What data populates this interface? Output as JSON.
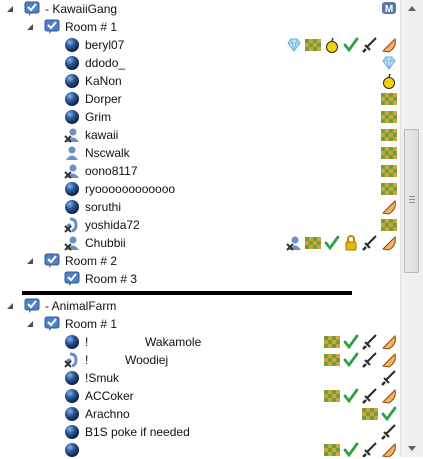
{
  "tree": {
    "rows": [
      {
        "label": "- KawaiiGang",
        "level": 0,
        "kind": "server",
        "arrow": true,
        "flags": [
          "m-badge"
        ]
      },
      {
        "label": "Room # 1",
        "level": 1,
        "kind": "channel",
        "arrow": true,
        "flags": []
      },
      {
        "label": "beryl07",
        "level": 2,
        "kind": "user",
        "arrow": false,
        "flags": [
          "diamond",
          "checker",
          "apple",
          "check",
          "sword",
          "pie"
        ]
      },
      {
        "label": "ddodo_",
        "level": 2,
        "kind": "user",
        "arrow": false,
        "flags": [
          "diamond"
        ]
      },
      {
        "label": "KaNon",
        "level": 2,
        "kind": "user",
        "arrow": false,
        "flags": [
          "apple"
        ]
      },
      {
        "label": "Dorper",
        "level": 2,
        "kind": "user",
        "arrow": false,
        "flags": [
          "checker"
        ]
      },
      {
        "label": "Grim",
        "level": 2,
        "kind": "user",
        "arrow": false,
        "flags": [
          "checker"
        ]
      },
      {
        "label": "kawaii",
        "level": 2,
        "kind": "user-muted",
        "arrow": false,
        "flags": [
          "checker"
        ]
      },
      {
        "label": "Nscwalk",
        "level": 2,
        "kind": "user-plain",
        "arrow": false,
        "flags": [
          "checker"
        ]
      },
      {
        "label": "oono8117",
        "level": 2,
        "kind": "user-muted",
        "arrow": false,
        "flags": [
          "checker"
        ]
      },
      {
        "label": "ryoooooooooooo",
        "level": 2,
        "kind": "user",
        "arrow": false,
        "flags": [
          "checker"
        ]
      },
      {
        "label": "soruthi",
        "level": 2,
        "kind": "user",
        "arrow": false,
        "flags": [
          "pie"
        ]
      },
      {
        "label": "yoshida72",
        "level": 2,
        "kind": "user-deaf",
        "arrow": false,
        "flags": [
          "checker"
        ]
      },
      {
        "label": "Chubbii",
        "level": 2,
        "kind": "user-muted",
        "arrow": false,
        "flags": [
          "user-muted",
          "checker",
          "check",
          "lock",
          "sword",
          "pie"
        ]
      },
      {
        "label": "Room # 2",
        "level": 1,
        "kind": "channel",
        "arrow": true,
        "flags": []
      },
      {
        "label": "Room # 3",
        "level": 2,
        "kind": "channel",
        "arrow": false,
        "flags": []
      },
      {
        "label": "",
        "level": 0,
        "kind": "divider",
        "arrow": false,
        "flags": []
      },
      {
        "label": "- AnimalFarm",
        "level": 0,
        "kind": "server",
        "arrow": true,
        "flags": []
      },
      {
        "label": "Room # 1",
        "level": 1,
        "kind": "channel",
        "arrow": true,
        "flags": []
      },
      {
        "label": "!                 Wakamole",
        "level": 2,
        "kind": "user",
        "arrow": false,
        "flags": [
          "checker",
          "check",
          "sword",
          "pie"
        ]
      },
      {
        "label": "!           Woodiej",
        "level": 2,
        "kind": "user-deaf",
        "arrow": false,
        "flags": [
          "checker",
          "check",
          "sword",
          "pie"
        ]
      },
      {
        "label": "!Smuk",
        "level": 2,
        "kind": "user",
        "arrow": false,
        "flags": [
          "sword"
        ]
      },
      {
        "label": "ACCoker",
        "level": 2,
        "kind": "user",
        "arrow": false,
        "flags": [
          "checker",
          "check",
          "sword",
          "pie"
        ]
      },
      {
        "label": "Arachno",
        "level": 2,
        "kind": "user",
        "arrow": false,
        "flags": [
          "checker",
          "check"
        ]
      },
      {
        "label": "B1S poke if needed",
        "level": 2,
        "kind": "user",
        "arrow": false,
        "flags": [
          "sword"
        ]
      },
      {
        "label": "",
        "level": 2,
        "kind": "user",
        "arrow": false,
        "flags": [
          "checker",
          "check",
          "sword",
          "pie"
        ]
      }
    ]
  },
  "colors": {
    "accent": "#3b6fb0",
    "check": "#2ea043",
    "gold": "#e6b800",
    "pie": "#d8822a",
    "dark_ball": "#1f3d6e"
  }
}
